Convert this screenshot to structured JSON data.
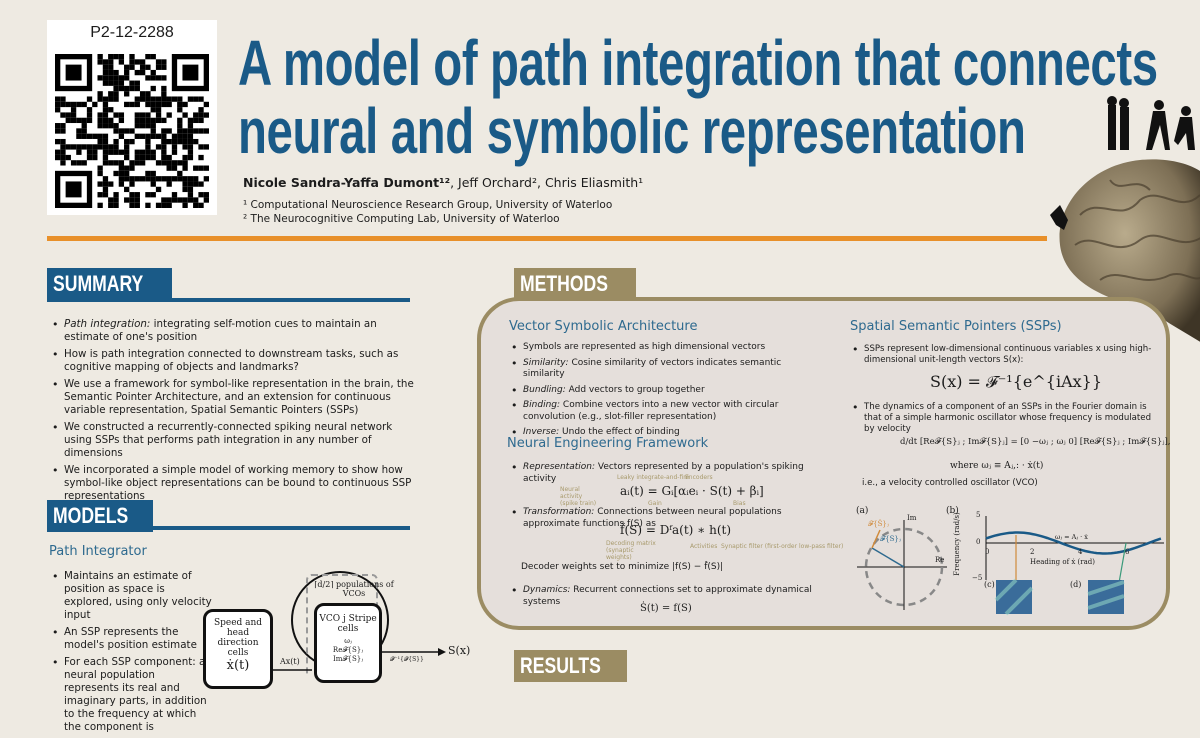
{
  "poster_id": "P2-12-2288",
  "title": [
    "A model of path integration that connects",
    "neural and symbolic representation"
  ],
  "authors": {
    "first": "Nicole Sandra-Yaffa Dumont¹²",
    "rest": ", Jeff Orchard², Chris Eliasmith¹"
  },
  "affiliations": [
    "¹ Computational Neuroscience Research Group,  University of Waterloo",
    "² The Neurocognitive Computing Lab, University of Waterloo"
  ],
  "colors": {
    "blue": "#1a5a87",
    "orange": "#e8902a",
    "tan": "#9b8c63",
    "background": "#eeeae2"
  },
  "summary": {
    "heading": "SUMMARY",
    "items": [
      {
        "em": "Path integration:",
        "text": " integrating self-motion cues to maintain an estimate of one's position"
      },
      {
        "em": "",
        "text": "How is path integration connected to downstream tasks, such as cognitive mapping of objects and landmarks?"
      },
      {
        "em": "",
        "text": "We use a framework for symbol-like representation in the brain, the Semantic Pointer Architecture, and an extension for continuous variable representation, Spatial Semantic Pointers (SSPs)"
      },
      {
        "em": "",
        "text": "We constructed a recurrently-connected spiking neural network using SSPs that performs path integration in any number of dimensions"
      },
      {
        "em": "",
        "text": "We incorporated a simple model of working memory to show how symbol-like object representations can be bound to continuous SSP representations"
      }
    ]
  },
  "models": {
    "heading": "MODELS",
    "subheading": "Path Integrator",
    "items": [
      "Maintains an estimate of position as space is explored, using only velocity input",
      "An SSP represents the model's position estimate",
      "For each SSP component: a neural population represents its real and imaginary parts, in addition to the frequency at which the component is"
    ],
    "diagram": {
      "input_box": "Speed and head direction cells",
      "input_var": "ẋ(t)",
      "arrow_in": "Ax(t)",
      "group_label": "⌈d/2⌉ populations of VCOs",
      "vco_box": "VCO j Stripe cells",
      "vco_vector": [
        "ωⱼ",
        "Re𝓕{S}ⱼ",
        "Im𝓕{S}ⱼ"
      ],
      "arrow_out": "𝓕⁻¹{𝓕{S}}",
      "output": "S(x)"
    }
  },
  "methods": {
    "heading": "METHODS",
    "vsa": {
      "heading": "Vector Symbolic Architecture",
      "items": [
        {
          "em": "",
          "text": "Symbols are represented as high dimensional vectors"
        },
        {
          "em": "Similarity:",
          "text": " Cosine similarity of vectors indicates semantic similarity"
        },
        {
          "em": "Bundling:",
          "text": " Add vectors to group together"
        },
        {
          "em": "Binding:",
          "text": " Combine vectors into a new vector with circular convolution (e.g., slot-filler representation)"
        },
        {
          "em": "Inverse:",
          "text": " Undo the effect of binding"
        }
      ]
    },
    "nef": {
      "heading": "Neural Engineering Framework",
      "representation": {
        "em": "Representation:",
        "text": " Vectors represented by a population's spiking activity"
      },
      "eq1": "aᵢ(t) = Gᵢ[αᵢeᵢ · S(t) + βᵢ]",
      "eq1_notes": {
        "lif": "Leaky integrate-and-fire",
        "enc": "Encoders",
        "act": "Neural activity (spike train)",
        "gain": "Gain",
        "bias": "Bias"
      },
      "transformation": {
        "em": "Transformation:",
        "text": " Connections between neural populations approximate functions f(S) as"
      },
      "eq2": "f̂(S) = Dᶠa(t) ∗ h(t)",
      "eq2_notes": {
        "dec": "Decoding matrix (synaptic weights)",
        "act": "Activities",
        "syn": "Synaptic filter (first-order low-pass filter)"
      },
      "decoder": "Decoder weights set to minimize |f(S) − f̂(S)|",
      "dynamics": {
        "em": "Dynamics:",
        "text": " Recurrent connections set to approximate dynamical systems"
      },
      "eq3": "Ṡ(t) = f(S)"
    },
    "ssp": {
      "heading": "Spatial Semantic Pointers (SSPs)",
      "item1": "SSPs represent low-dimensional continuous variables x using high-dimensional unit-length vectors S(x):",
      "eq1": "S(x) = 𝓕⁻¹{e^{iAx}}",
      "item2": "The dynamics of a component of an SSPs in the Fourier domain is that of a simple harmonic oscillator whose frequency is modulated by velocity",
      "eq2": "d/dt [Re𝓕{S}ⱼ ; Im𝓕{S}ⱼ] = [0  −ωⱼ ; ωⱼ  0] [Re𝓕{S}ⱼ ; Im𝓕{S}ⱼ],",
      "eq2_where": "where ωⱼ ≡ Aⱼ,: · ẋ(t)",
      "vco_note": "i.e., a velocity controlled oscillator (VCO)",
      "fig": {
        "a": "(a)",
        "b": "(b)",
        "c": "(c)",
        "d": "(d)",
        "im": "Im",
        "re": "Re",
        "fdot": "𝓕{Ṡ}ⱼ",
        "fs": "𝓕{S}ⱼ",
        "ylabel": "Frequency (rad/s)",
        "xlabel": "Heading of ẋ (rad)",
        "yticks": [
          "5",
          "0",
          "−5"
        ],
        "xticks": [
          "0",
          "2",
          "4",
          "6"
        ],
        "curve_label": "ωⱼ = Aⱼ · ẋ",
        "aj": "Aⱼ",
        "x": "x"
      }
    }
  },
  "results": {
    "heading": "RESULTS"
  }
}
